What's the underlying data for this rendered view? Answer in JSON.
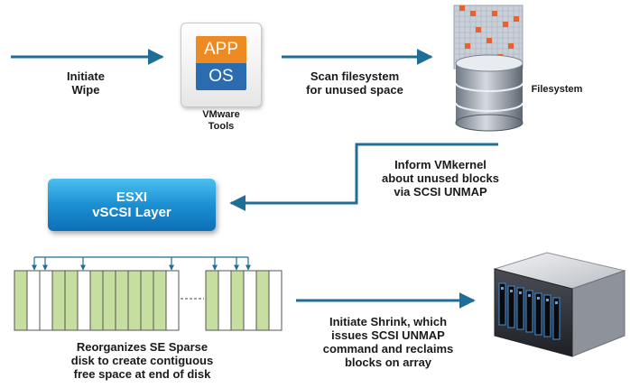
{
  "labels": {
    "initiate_wipe": [
      "Initiate",
      "Wipe"
    ],
    "vmware_tools": [
      "VMware",
      "Tools"
    ],
    "scan_filesystem": [
      "Scan filesystem",
      "for unused space"
    ],
    "filesystem": "Filesystem",
    "inform_vmkernel": [
      "Inform VMkernel",
      "about unused blocks",
      "via SCSI UNMAP"
    ],
    "esxi": [
      "ESXI",
      "vSCSI Layer"
    ],
    "reorganizes": [
      "Reorganizes SE Sparse",
      "disk to create contiguous",
      "free space at end of disk"
    ],
    "initiate_shrink": {
      "prefix": "Initiate ",
      "bold": "Shrink",
      "suffix": ", which",
      "rest": [
        "issues SCSI UNMAP",
        "command and reclaims",
        "blocks on array"
      ]
    }
  },
  "app_tile": {
    "top": "APP",
    "bottom": "OS"
  },
  "colors": {
    "arrow": "#1f6e96",
    "app_orange": "#ee8a22",
    "os_blue": "#2b6cb0",
    "block_green": "#c6dea0",
    "esxi_blue": "#1c8fd3"
  },
  "icons": [
    "vmware-tools-app-os-icon",
    "filesystem-disk-icon",
    "storage-array-server-icon"
  ]
}
